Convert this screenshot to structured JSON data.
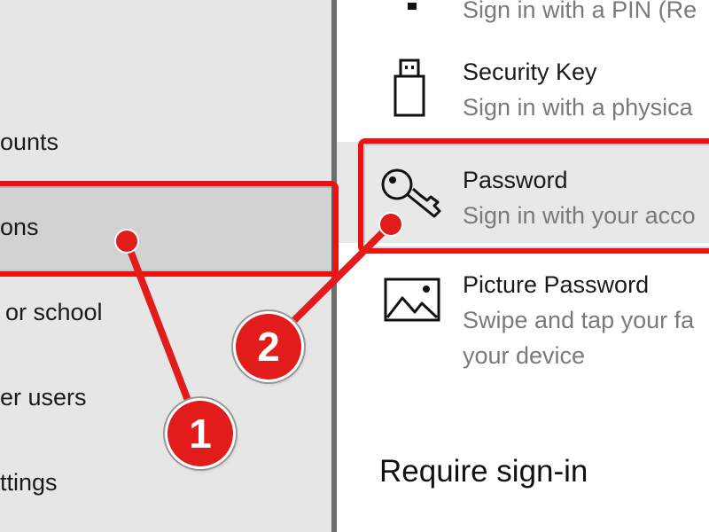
{
  "sidebar": {
    "items": [
      {
        "label": "ounts"
      },
      {
        "label": "ons"
      },
      {
        "label": "or school"
      },
      {
        "label": "er users"
      },
      {
        "label": "ttings"
      }
    ]
  },
  "options": {
    "pin": {
      "desc": "Sign in with a PIN (Re"
    },
    "security_key": {
      "title": "Security Key",
      "desc": "Sign in with a physica"
    },
    "password": {
      "title": "Password",
      "desc": "Sign in with your acco"
    },
    "picture_password": {
      "title": "Picture Password",
      "desc_line1": "Swipe and tap your fa",
      "desc_line2": "your device"
    }
  },
  "section": {
    "require_signin": "Require sign-in"
  },
  "annotations": {
    "badge_1": "1",
    "badge_2": "2"
  },
  "colors": {
    "accent": "#e21b1b",
    "sidebar_bg": "#e6e6e6",
    "sidebar_selected": "#d2d2d2",
    "pane_bg": "#ffffff"
  }
}
